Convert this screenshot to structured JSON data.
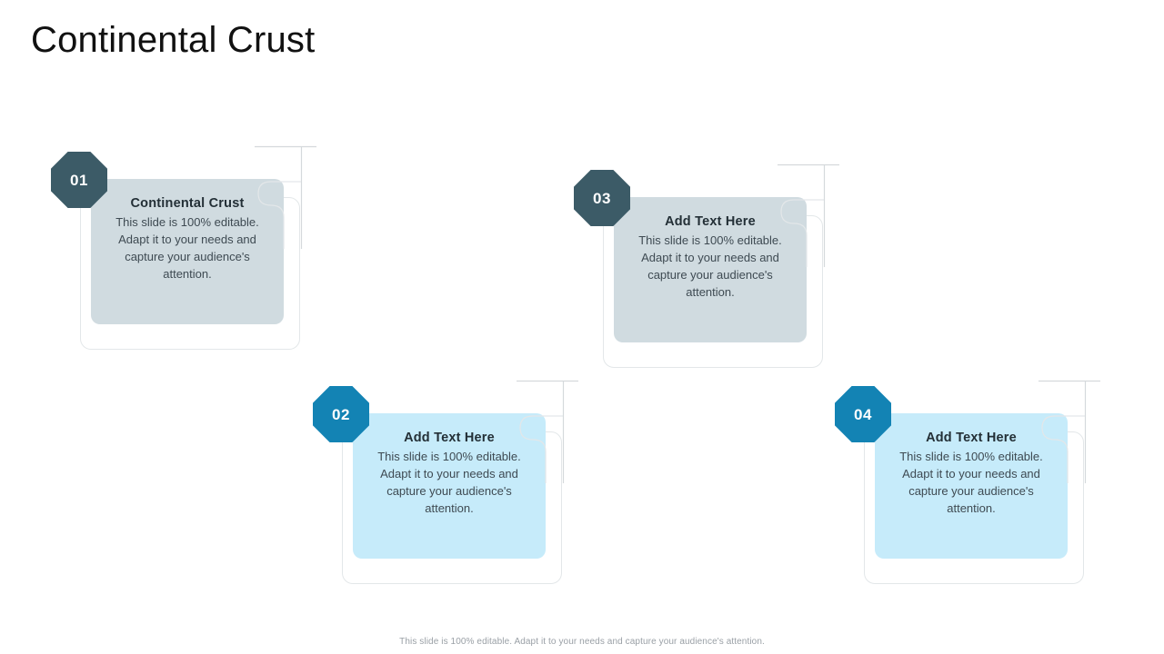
{
  "slide": {
    "title": "Continental Crust",
    "footer_note": "This slide is 100% editable. Adapt it to your needs and capture your audience's attention.",
    "background_color": "#ffffff"
  },
  "colors": {
    "badge_slate": "#3c5b67",
    "badge_cyan": "#1383b4",
    "card_slate": "#d0dbe0",
    "card_cyan": "#c6ebfa",
    "title_text": "#111111",
    "card_title_text": "#232f36",
    "card_body_text": "#3e4a52",
    "footer_text": "#9aa0a6",
    "connector_line": "#d5d9dc"
  },
  "cards": [
    {
      "number": "01",
      "title": "Continental Crust",
      "body": "This slide is 100% editable. Adapt it to your needs and capture your audience's attention.",
      "tone": "slate"
    },
    {
      "number": "02",
      "title": "Add Text Here",
      "body": "This slide is 100% editable. Adapt it to your needs and capture your audience's attention.",
      "tone": "cyan"
    },
    {
      "number": "03",
      "title": "Add Text Here",
      "body": "This slide is 100% editable. Adapt it to your needs and capture your audience's attention.",
      "tone": "slate"
    },
    {
      "number": "04",
      "title": "Add Text Here",
      "body": "This slide is 100% editable. Adapt it to your needs and capture your audience's attention.",
      "tone": "cyan"
    }
  ]
}
